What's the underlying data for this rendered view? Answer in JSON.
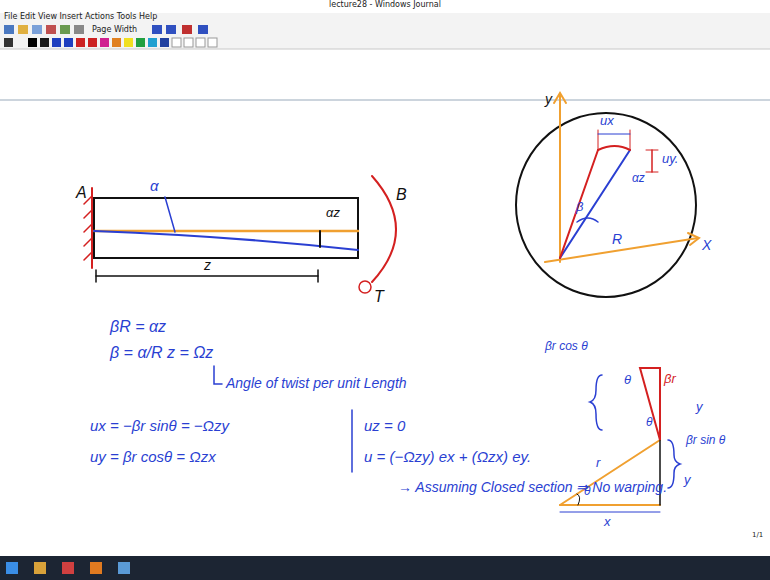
{
  "diagram": {
    "title": "lecture28 - Windows Journal",
    "labels": [
      "File Edit View Insert Actions Tools Help",
      "Page Width",
      "A",
      "α",
      "αz",
      "B",
      "z",
      "T",
      "y",
      "ux",
      "uy.",
      "αz",
      "β",
      "R",
      "X",
      "θ",
      "βr",
      "βr cos θ",
      "βr sin θ",
      "y",
      "r",
      "θ",
      "x",
      "y",
      "θ",
      "βR = αz",
      "β = α/R z = Ωz",
      "Angle of twist per unit Length",
      "ux = −βr sinθ = −Ωzy",
      "uy = βr cosθ = Ωzx",
      "uz = 0",
      "u = (−Ωzy) ex + (Ωzx) ey.",
      "→ Assuming Closed section ⇒ No warping.",
      "1/1"
    ]
  }
}
